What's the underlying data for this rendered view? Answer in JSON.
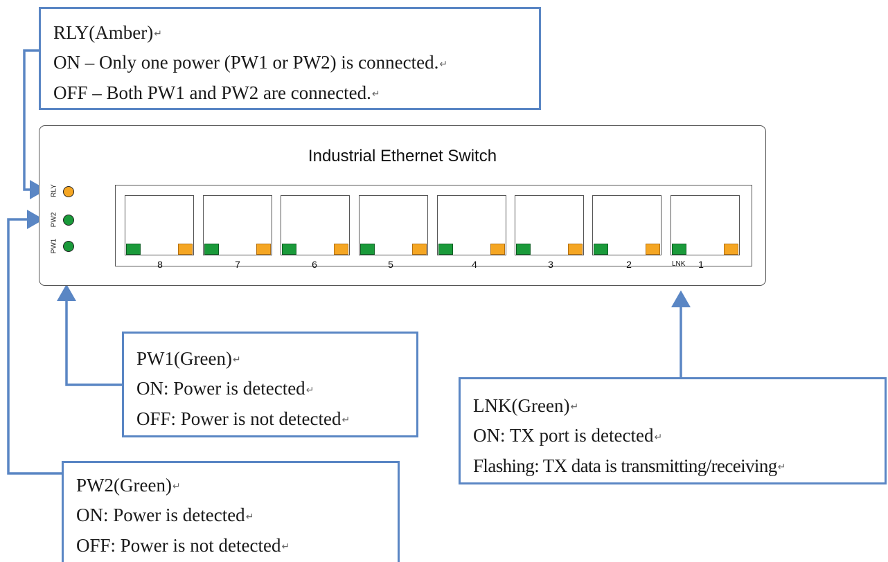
{
  "device": {
    "title": "Industrial Ethernet Switch",
    "leds": [
      {
        "label": "RLY",
        "color": "#f5a623"
      },
      {
        "label": "PW2",
        "color": "#1a9a3a"
      },
      {
        "label": "PW1",
        "color": "#1a9a3a"
      }
    ],
    "ports": [
      "8",
      "7",
      "6",
      "5",
      "4",
      "3",
      "2",
      "1"
    ],
    "lnk_label": "LNK"
  },
  "callouts": {
    "rly": {
      "lines": [
        "RLY(Amber)",
        "ON – Only one power (PW1 or PW2) is connected.",
        "OFF – Both PW1 and PW2 are connected."
      ]
    },
    "pw1": {
      "lines": [
        "PW1(Green)",
        "ON: Power is detected",
        "OFF: Power is not detected"
      ]
    },
    "pw2": {
      "lines": [
        "PW2(Green)",
        "ON: Power is detected",
        "OFF: Power is not detected"
      ]
    },
    "lnk": {
      "lines": [
        "LNK(Green)",
        "ON: TX port is detected",
        "Flashing: TX data is transmitting/receiving"
      ]
    }
  },
  "colors": {
    "connector": "#5a86c4",
    "led_amber": "#f5a623",
    "led_green": "#1a9a3a"
  },
  "paragraph_mark": "↵"
}
